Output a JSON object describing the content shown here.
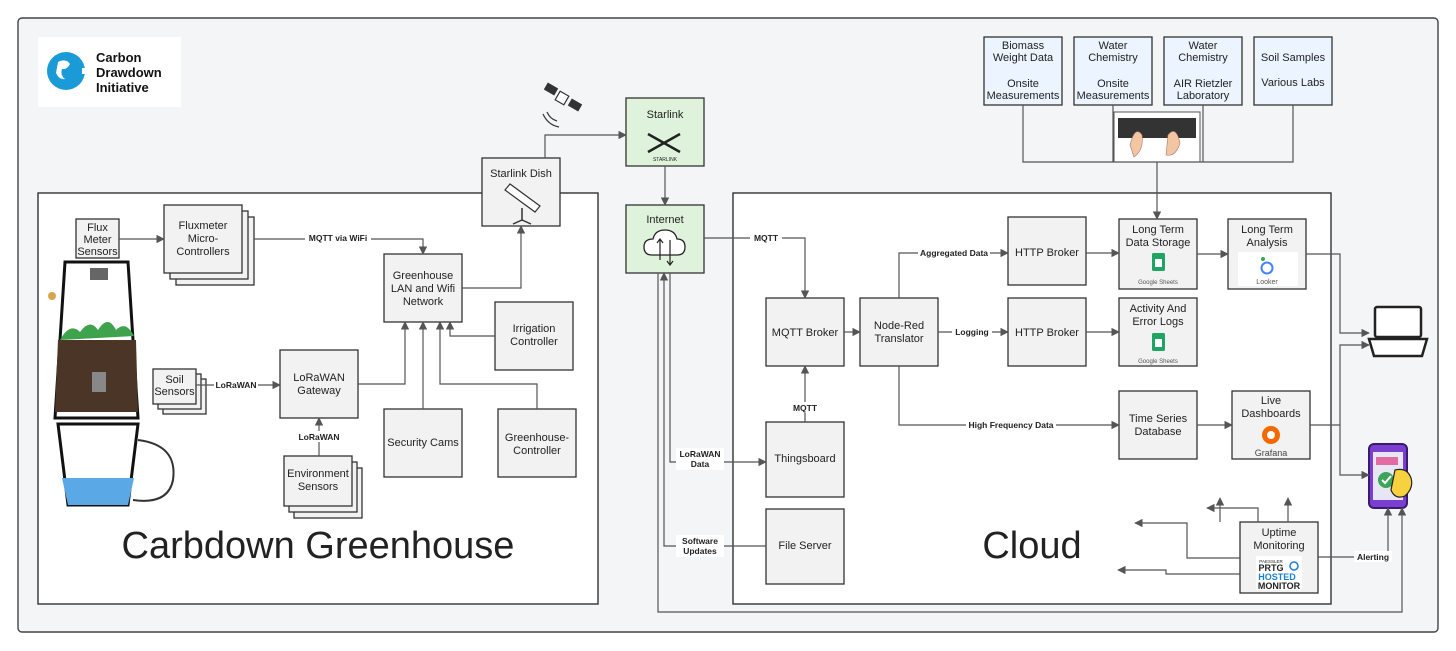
{
  "logo": {
    "line1": "Carbon",
    "line2": "Drawdown",
    "line3": "Initiative"
  },
  "regions": {
    "greenhouse": "Carbdown Greenhouse",
    "cloud": "Cloud"
  },
  "nodes": {
    "flux_meter_sensors": [
      "Flux",
      "Meter",
      "Sensors"
    ],
    "fluxmeter_controllers": [
      "Fluxmeter",
      "Micro-",
      "Controllers"
    ],
    "greenhouse_lan": [
      "Greenhouse",
      "LAN and Wifi",
      "Network"
    ],
    "irrigation_controller": [
      "Irrigation",
      "Controller"
    ],
    "soil_sensors": [
      "Soil",
      "Sensors"
    ],
    "lorawan_gateway": [
      "LoRaWAN",
      "Gateway"
    ],
    "environment_sensors": [
      "Environment",
      "Sensors"
    ],
    "security_cams": [
      "Security Cams"
    ],
    "greenhouse_controller": [
      "Greenhouse-",
      "Controller"
    ],
    "starlink_dish": [
      "Starlink Dish"
    ],
    "starlink": [
      "Starlink"
    ],
    "internet": [
      "Internet"
    ],
    "mqtt_broker": [
      "MQTT Broker"
    ],
    "node_red": [
      "Node-Red",
      "Translator"
    ],
    "http_broker_1": [
      "HTTP Broker"
    ],
    "http_broker_2": [
      "HTTP Broker"
    ],
    "long_term_storage": [
      "Long Term",
      "Data Storage"
    ],
    "activity_logs": [
      "Activity And",
      "Error Logs"
    ],
    "long_term_analysis": [
      "Long Term",
      "Analysis"
    ],
    "time_series_db": [
      "Time Series",
      "Database"
    ],
    "live_dashboards": [
      "Live",
      "Dashboards"
    ],
    "thingsboard": [
      "Thingsboard"
    ],
    "file_server": [
      "File Server"
    ],
    "uptime_monitoring": [
      "Uptime",
      "Monitoring"
    ],
    "biomass": [
      "Biomass",
      "Weight Data",
      "",
      "Onsite",
      "Measurements"
    ],
    "water_chem_onsite": [
      "Water",
      "Chemistry",
      "",
      "Onsite",
      "Measurements"
    ],
    "water_chem_lab": [
      "Water",
      "Chemistry",
      "",
      "AIR Rietzler",
      "Laboratory"
    ],
    "soil_samples": [
      "Soil Samples",
      "",
      "Various Labs"
    ]
  },
  "edges": {
    "mqtt_wifi": "MQTT via WiFi",
    "lorawan_soil": "LoRaWAN",
    "lorawan_env": "LoRaWAN",
    "mqtt_internet": "MQTT",
    "mqtt_thingsboard": "MQTT",
    "aggregated": "Aggregated Data",
    "logging": "Logging",
    "high_freq": "High Frequency Data",
    "lorawan_data": [
      "LoRaWAN",
      "Data"
    ],
    "software_updates": [
      "Software",
      "Updates"
    ],
    "alerting": "Alerting"
  },
  "brands": {
    "starlink_logo": "STARLINK",
    "google_sheets_1": "Google Sheets",
    "google_sheets_2": "Google Sheets",
    "looker": "Looker",
    "grafana": "Grafana",
    "paessler": "PAESSLER",
    "prtg": "PRTG",
    "hosted": "HOSTED",
    "monitor": "MONITOR"
  },
  "colors": {
    "box": "#f2f2f2",
    "green_box": "#dff3dc",
    "blue_box": "#ecf5ff",
    "logo_blue": "#1a9ad6",
    "sheets_green": "#1fa463",
    "grafana_orange": "#f46800",
    "phone_purple": "#7a3fd1"
  }
}
